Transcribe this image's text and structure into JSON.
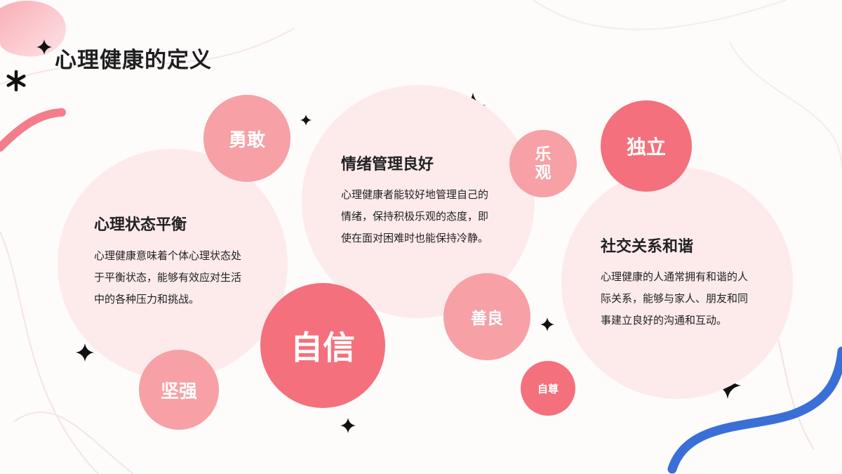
{
  "title": "心理健康的定义",
  "cards": [
    {
      "title": "心理状态平衡",
      "body": "心理健康意味着个体心理状态处于平衡状态，能够有效应对生活中的各种压力和挑战。"
    },
    {
      "title": "情绪管理良好",
      "body": "心理健康者能较好地管理自己的情绪，保持积极乐观的态度，即使在面对困难时也能保持冷静。"
    },
    {
      "title": "社交关系和谐",
      "body": "心理健康的人通常拥有和谐的人际关系，能够与家人、朋友和同事建立良好的沟通和互动。"
    }
  ],
  "bubbles": {
    "brave": "勇敢",
    "optimistic": "乐观",
    "independent": "独立",
    "confident": "自信",
    "kind": "善良",
    "strong": "坚强",
    "self_respect": "自尊"
  },
  "colors": {
    "light_circle": "#fdebec",
    "bubble_light": "#f7a0a5",
    "bubble_dark": "#f4707c",
    "wave_pink": "#f37d8b",
    "wave_blue": "#3a6fd8",
    "star": "#111111"
  }
}
